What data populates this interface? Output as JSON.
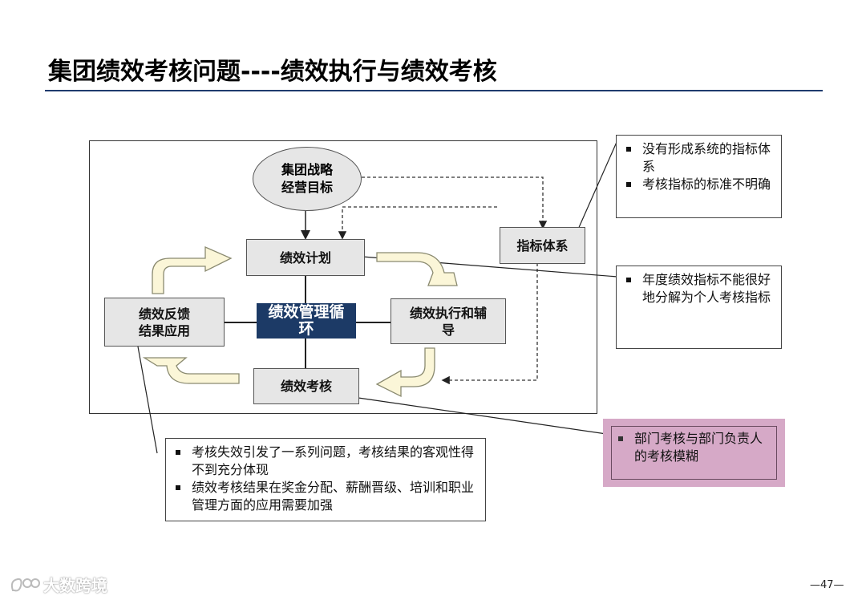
{
  "title": "集团绩效考核问题----绩效执行与绩效考核",
  "diagram": {
    "strategy": "集团战略\n经营目标",
    "plan": "绩效计划",
    "center": "绩效管理循\n环",
    "execute": "绩效执行和辅\n导",
    "assess": "绩效考核",
    "feedback": "绩效反馈\n结果应用",
    "indicator": "指标体系"
  },
  "notes": {
    "top_right": [
      "没有形成系统的指标体系",
      "考核指标的标准不明确"
    ],
    "mid_right": [
      "年度绩效指标不能很好地分解为个人考核指标"
    ],
    "pink": [
      "部门考核与部门负责人的考核模糊"
    ],
    "bottom": [
      "考核失效引发了一系列问题，考核结果的客观性得不到充分体现",
      "绩效考核结果在奖金分配、薪酬晋级、培训和职业管理方面的应用需要加强"
    ]
  },
  "watermark": "大数跨境",
  "page_number": "—47—",
  "colors": {
    "center_fill": "#1c3a66",
    "arrow_fill": "#fbf6d8",
    "pink_highlight": "#d6a9c7",
    "title_rule": "#1f3b6e"
  }
}
